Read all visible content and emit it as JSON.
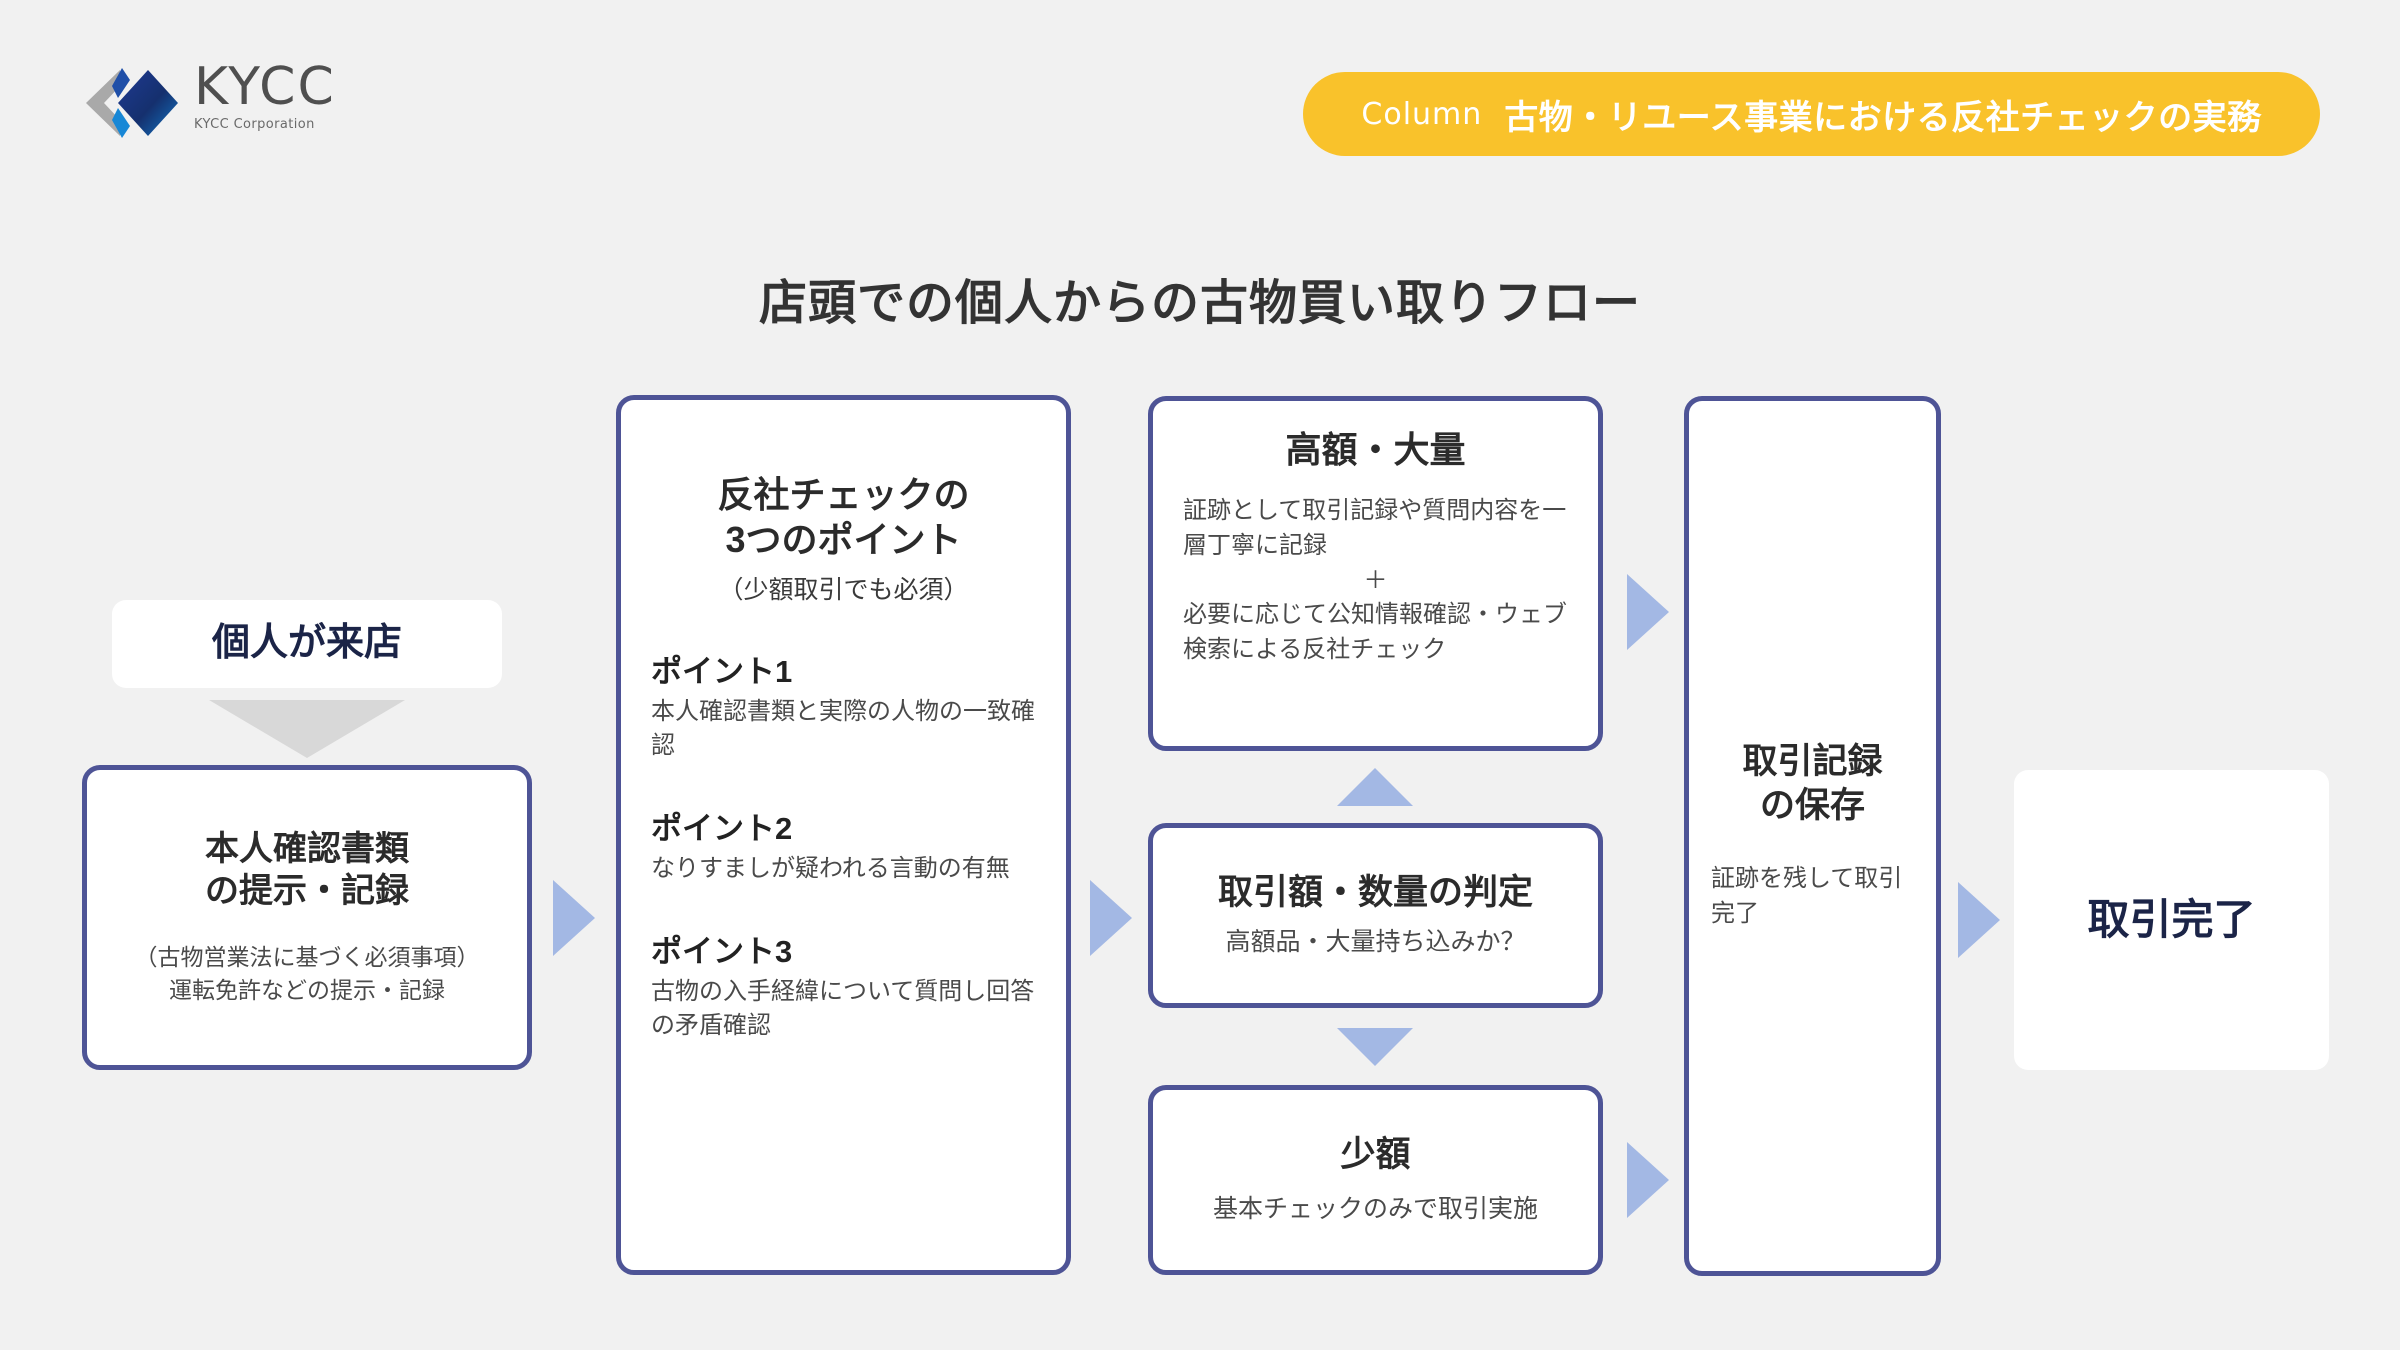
{
  "header": {
    "logo": {
      "word": "KYCC",
      "sub": "KYCC Corporation",
      "mark": "kycc-diamond-logo"
    },
    "badge": {
      "kicker": "Column",
      "headline": "古物・リユース事業における反社チェックの実務",
      "color": "#F9C22B"
    }
  },
  "flow": {
    "title": "店頭での個人からの古物買い取りフロー",
    "accent_border": "#4E5496",
    "arrow_color": "#A3B8E4",
    "gray_arrow_color": "#D8D8D8",
    "navy_text": "#1B2447",
    "nodes": {
      "visit": {
        "title": "個人が来店"
      },
      "idcheck": {
        "title_line1": "本人確認書類",
        "title_line2": "の提示・記録",
        "sub_line1": "（古物営業法に基づく必須事項）",
        "sub_line2": "運転免許などの提示・記録"
      },
      "points": {
        "title_line1": "反社チェックの",
        "title_line2": "3つのポイント",
        "note": "（少額取引でも必須）",
        "items": [
          {
            "label": "ポイント1",
            "desc": "本人確認書類と実際の人物の一致確認"
          },
          {
            "label": "ポイント2",
            "desc": "なりすましが疑われる言動の有無"
          },
          {
            "label": "ポイント3",
            "desc": "古物の入手経緯について質問し回答の矛盾確認"
          }
        ]
      },
      "high": {
        "title": "高額・大量",
        "desc1": "証跡として取引記録や質問内容を一層丁寧に記録",
        "plus": "＋",
        "desc2": "必要に応じて公知情報確認・ウェブ検索による反社チェック"
      },
      "decide": {
        "title": "取引額・数量の判定",
        "sub": "高額品・大量持ち込みか？"
      },
      "low": {
        "title": "少額",
        "sub": "基本チェックのみで取引実施"
      },
      "store": {
        "title_line1": "取引記録",
        "title_line2": "の保存",
        "sub": "証跡を残して取引完了"
      },
      "done": {
        "title": "取引完了"
      }
    }
  }
}
